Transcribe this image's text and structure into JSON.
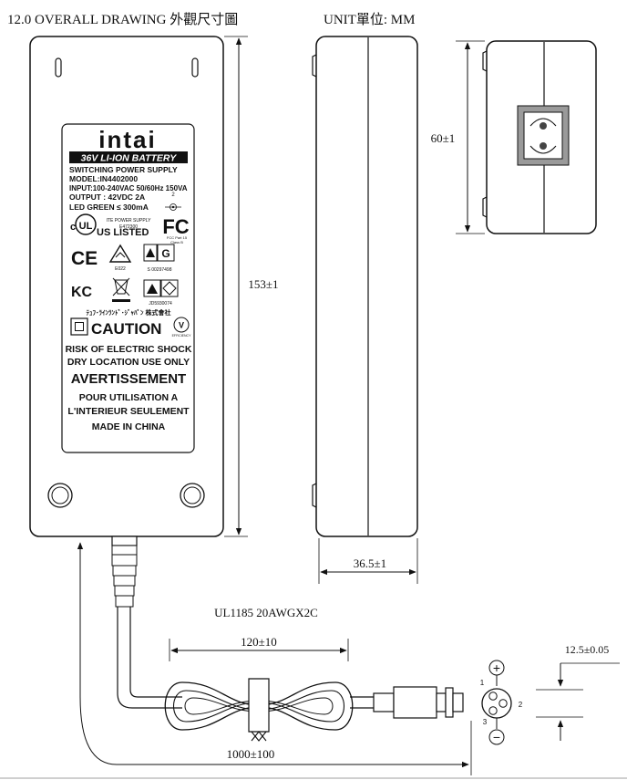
{
  "header": {
    "title": "12.0  OVERALL DRAWING 外觀尺寸圖",
    "unit": "UNIT單位: MM"
  },
  "label": {
    "brand": "intai",
    "battery": "36V LI-ION BATTERY",
    "lines": [
      "SWITCHING POWER SUPPLY",
      "MODEL:IN4402000",
      "INPUT:100-240VAC 50/60Hz 150VA",
      "OUTPUT : 42VDC 2A",
      "LED GREEN ≤ 300mA"
    ],
    "polarity_num": "2",
    "ite": "ITE POWER SUPPLY",
    "ite_code": "E472300",
    "c_mark": "c",
    "us_listed": "US LISTED",
    "fcc": "FC",
    "fcc_part": "FCC Part 15",
    "fcc_class": "Class B",
    "ce": "CE",
    "e_code": "E022",
    "s_code": "S 00297498",
    "kc": "KC",
    "jis_code": "JD5930074",
    "japan": "ﾃｭﾌ･ﾗｲﾝﾗﾝﾄﾞ･ｼﾞｬﾊﾟﾝ 株式會社",
    "caution": "CAUTION",
    "efficiency_mark": "V",
    "efficiency": "EFFICIENCY",
    "warn1": "RISK OF ELECTRIC SHOCK",
    "warn2": "DRY LOCATION USE ONLY",
    "avert": "AVERTISSEMENT",
    "fr1": "POUR UTILISATION A",
    "fr2": "L'INTERIEUR SEULEMENT",
    "made": "MADE IN CHINA"
  },
  "dims": {
    "length": "153±1",
    "width": "36.5±1",
    "height": "60±1",
    "cable_spec": "UL1185 20AWGX2C",
    "coil": "120±10",
    "cable_length": "1000±100",
    "connector": "12.5±0.05"
  },
  "pins": {
    "p1": "1",
    "p2": "2",
    "p3": "3",
    "plus": "+",
    "minus": "−"
  }
}
